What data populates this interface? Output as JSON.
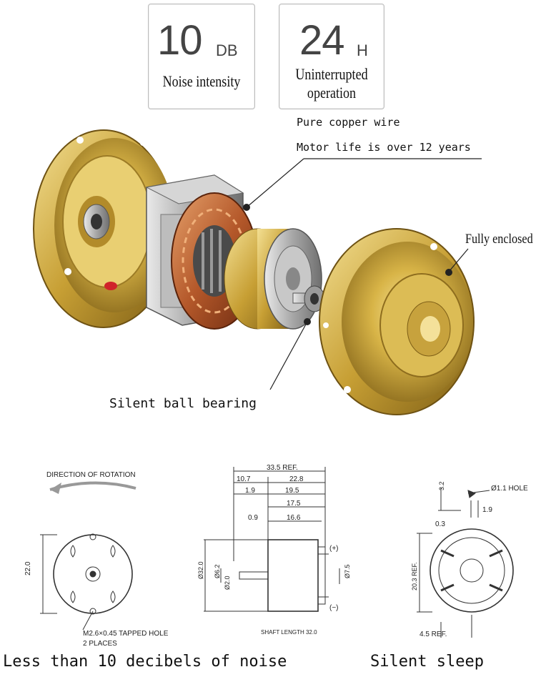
{
  "stats": [
    {
      "value": "10",
      "unit": "DB",
      "label": "Noise intensity"
    },
    {
      "value": "24",
      "unit": "H",
      "label_line1": "Uninterrupted",
      "label_line2": "operation"
    }
  ],
  "callouts": {
    "copper": "Pure copper wire",
    "life": "Motor life is over 12 years",
    "enclosed": "Fully enclosed",
    "bearing": "Silent ball bearing"
  },
  "drawings": {
    "front": {
      "direction": "DIRECTION OF ROTATION",
      "height_dim": "22.0",
      "hole_note": "M2.6×0.45 TAPPED HOLE",
      "places_note": "2 PLACES"
    },
    "side": {
      "dims": [
        "33.5 REF.",
        "10.7",
        "22.8",
        "1.9",
        "19.5",
        "17.5",
        "0.9",
        "16.6"
      ],
      "left_dims": [
        "Ø32.0",
        "Ø6.2",
        "Ø2.0"
      ],
      "right_dim": "Ø7.5",
      "plus": "(+)",
      "minus": "(−)",
      "shaft": "SHAFT LENGTH 32.0"
    },
    "rear": {
      "hole": "Ø1.1 HOLE",
      "d32": "3.2",
      "d19": "1.9",
      "d03": "0.3",
      "ref203": "20.3 REF.",
      "ref45": "4.5 REF."
    }
  },
  "captions": {
    "left": "Less than 10 decibels of noise",
    "right": "Silent sleep"
  },
  "colors": {
    "gold": "#c9a436",
    "copper": "#b4582a",
    "steel": "#a9a9a9"
  }
}
